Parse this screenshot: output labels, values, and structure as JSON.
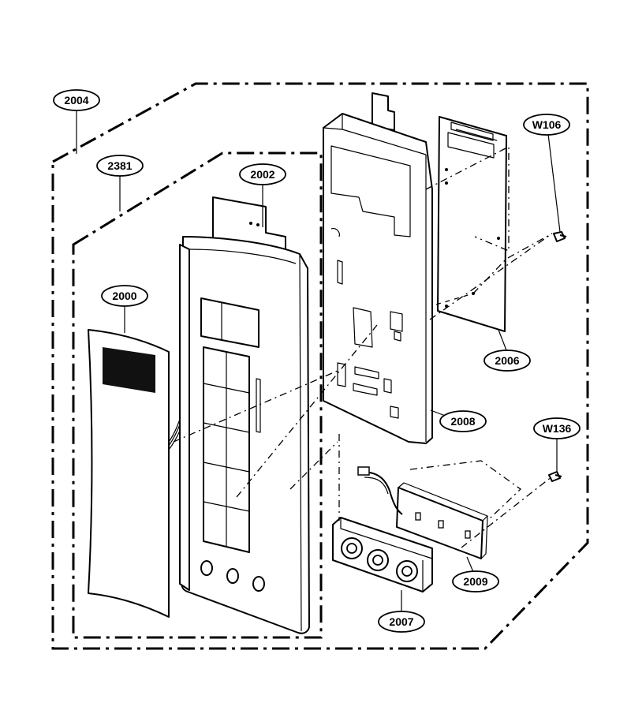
{
  "callouts": [
    {
      "id": "2004"
    },
    {
      "id": "2381"
    },
    {
      "id": "2002"
    },
    {
      "id": "2000"
    },
    {
      "id": "W106"
    },
    {
      "id": "2006"
    },
    {
      "id": "2008"
    },
    {
      "id": "W136"
    },
    {
      "id": "2009"
    },
    {
      "id": "2007"
    }
  ]
}
